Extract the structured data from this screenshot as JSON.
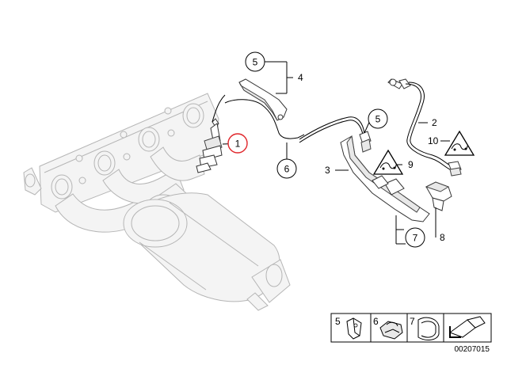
{
  "diagram": {
    "callouts": {
      "c1": "1",
      "c2": "2",
      "c3": "3",
      "c4": "4",
      "c5a": "5",
      "c5b": "5",
      "c6": "6",
      "c7": "7",
      "c8": "8",
      "c9": "9",
      "c10": "10"
    },
    "highlight_color": "#e0262b",
    "legend": {
      "item5": "5",
      "item6": "6",
      "item7": "7"
    },
    "part_number": "00207015"
  }
}
